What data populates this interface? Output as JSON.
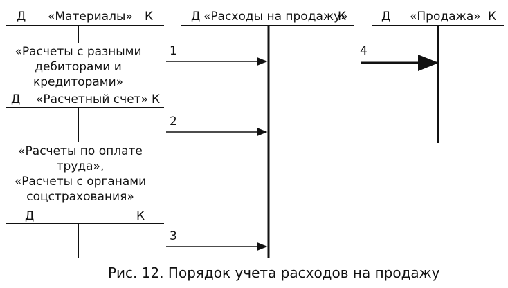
{
  "accounts": {
    "materials": {
      "debit": "Д",
      "name": "«Материалы»",
      "credit": "К"
    },
    "selling_expenses": {
      "debit": "Д",
      "name": "«Расходы на продажу»",
      "credit": "К"
    },
    "sales": {
      "debit": "Д",
      "name": "«Продажа»",
      "credit": "К"
    },
    "settlements": {
      "line1": "«Расчеты с разными",
      "line2": "дебиторами и",
      "line3": "кредиторами»"
    },
    "current_account": {
      "debit": "Д",
      "name": "«Расчетный счет»",
      "credit": "К"
    },
    "labor": {
      "line1": "«Расчеты по оплате",
      "line2": "труда»,",
      "line3": "«Расчеты с органами",
      "line4": "соцстрахования»"
    },
    "labor_t": {
      "debit": "Д",
      "credit": "К"
    }
  },
  "arrows": [
    "1",
    "2",
    "3",
    "4"
  ],
  "caption": "Рис. 12. Порядок учета расходов на продажу"
}
